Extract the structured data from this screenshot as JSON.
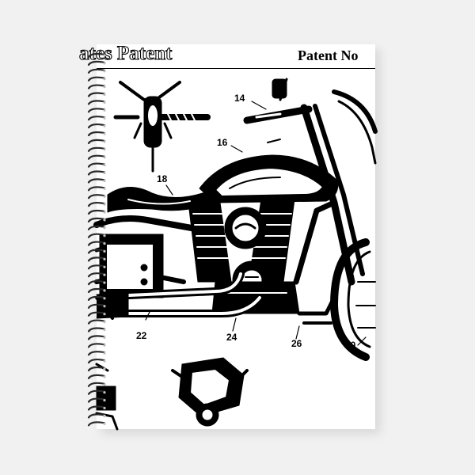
{
  "product": {
    "type": "spiral-notebook",
    "background_color": "#f1f1f1",
    "cover_color": "#ffffff",
    "ink_color": "#000000",
    "spiral_color": "#2a2a2a"
  },
  "cover": {
    "header_left": "ates Patent",
    "header_right": "Patent No",
    "drawing_subject": "motorcycle patent drawing",
    "reference_numbers": [
      {
        "id": "14",
        "label": "14"
      },
      {
        "id": "16",
        "label": "16"
      },
      {
        "id": "18",
        "label": "18"
      },
      {
        "id": "22",
        "label": "22"
      },
      {
        "id": "24",
        "label": "24"
      },
      {
        "id": "26",
        "label": "26"
      },
      {
        "id": "30",
        "label": "30"
      }
    ]
  }
}
